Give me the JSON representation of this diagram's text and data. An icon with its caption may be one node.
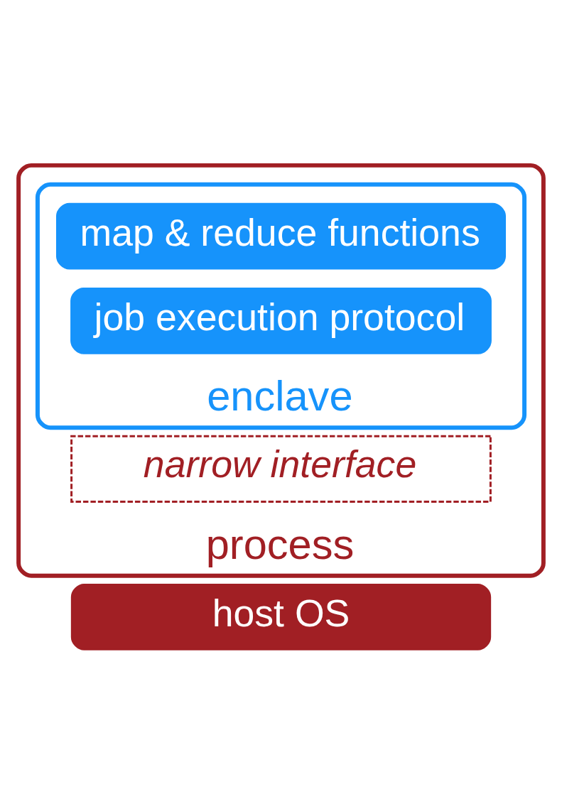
{
  "diagram": {
    "nodes": [
      {
        "text": [
          "process"
        ]
      },
      {
        "text": [
          "enclave"
        ],
        "in": 0
      },
      {
        "text": [
          "map & reduce functions"
        ],
        "in": 1
      },
      {
        "text": [
          "job execution protocol"
        ],
        "in": 1
      },
      {
        "text": [
          "narrow interface"
        ],
        "in": 0
      },
      {
        "text": [
          "host OS"
        ]
      }
    ],
    "edges": []
  }
}
